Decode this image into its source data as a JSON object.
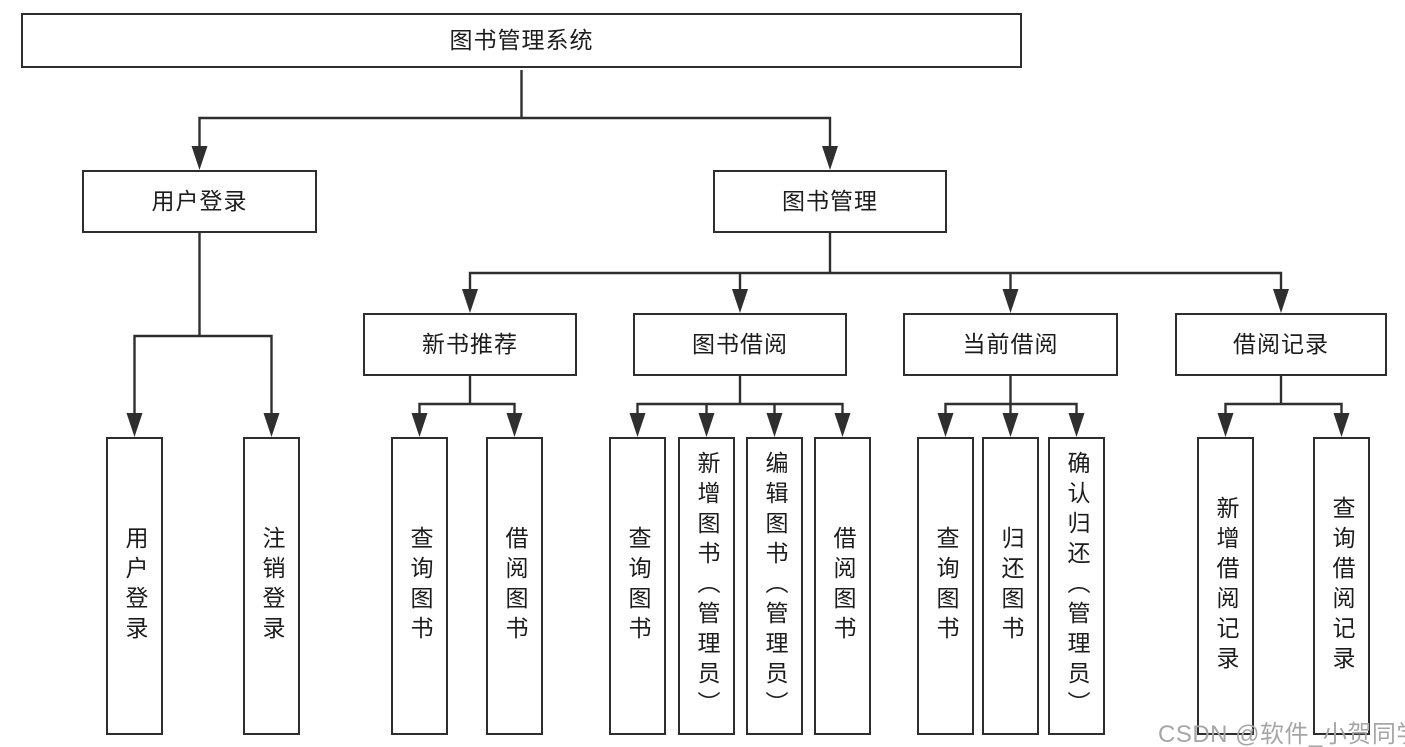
{
  "diagram": {
    "root": {
      "label": "图书管理系统",
      "children": [
        {
          "label": "用户登录",
          "children": [
            {
              "label": "用户登录"
            },
            {
              "label": "注销登录"
            }
          ]
        },
        {
          "label": "图书管理",
          "children": [
            {
              "label": "新书推荐",
              "children": [
                {
                  "label": "查询图书"
                },
                {
                  "label": "借阅图书"
                }
              ]
            },
            {
              "label": "图书借阅",
              "children": [
                {
                  "label": "查询图书"
                },
                {
                  "label": "新增图书（管理员）"
                },
                {
                  "label": "编辑图书（管理员）"
                },
                {
                  "label": "借阅图书"
                }
              ]
            },
            {
              "label": "当前借阅",
              "children": [
                {
                  "label": "查询图书"
                },
                {
                  "label": "归还图书"
                },
                {
                  "label": "确认归还（管理员）"
                }
              ]
            },
            {
              "label": "借阅记录",
              "children": [
                {
                  "label": "新增借阅记录"
                },
                {
                  "label": "查询借阅记录"
                }
              ]
            }
          ]
        }
      ]
    }
  },
  "watermark": {
    "text": "CSDN @软件_小贺同学"
  },
  "colors": {
    "line": "#2f2f2f",
    "box_border": "#2e2e2e",
    "text": "#1c1c1c",
    "background": "#ffffff",
    "watermark": "#a6a6a6"
  }
}
